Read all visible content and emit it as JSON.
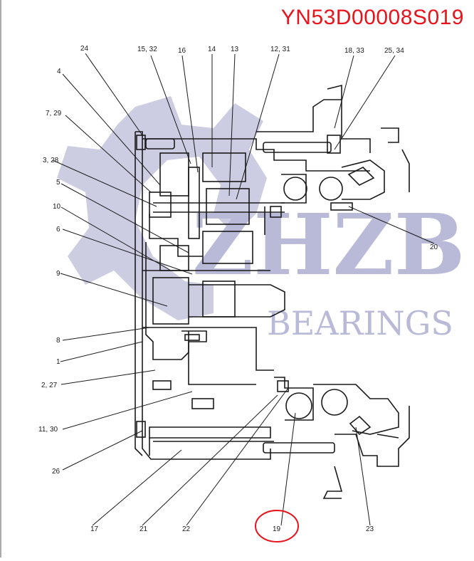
{
  "part_number": "YN53D00008S019",
  "watermark": {
    "brand": "ZHZB",
    "sub": "BEARINGS",
    "color": "#b9b9d8"
  },
  "callouts": {
    "c24": "24",
    "c15_32": "15, 32",
    "c16": "16",
    "c14": "14",
    "c13": "13",
    "c12_31": "12, 31",
    "c18_33": "18, 33",
    "c25_34": "25, 34",
    "c4": "4",
    "c7_29": "7, 29",
    "c3_28": "3, 28",
    "c5": "5",
    "c10": "10",
    "c6": "6",
    "c9": "9",
    "c8": "8",
    "c1": "1",
    "c2_27": "2, 27",
    "c11_30": "11, 30",
    "c26": "26",
    "c17": "17",
    "c21": "21",
    "c22": "22",
    "c19": "19",
    "c23": "23",
    "c20": "20"
  },
  "highlight": {
    "callout": "19",
    "color": "#e8141c"
  }
}
